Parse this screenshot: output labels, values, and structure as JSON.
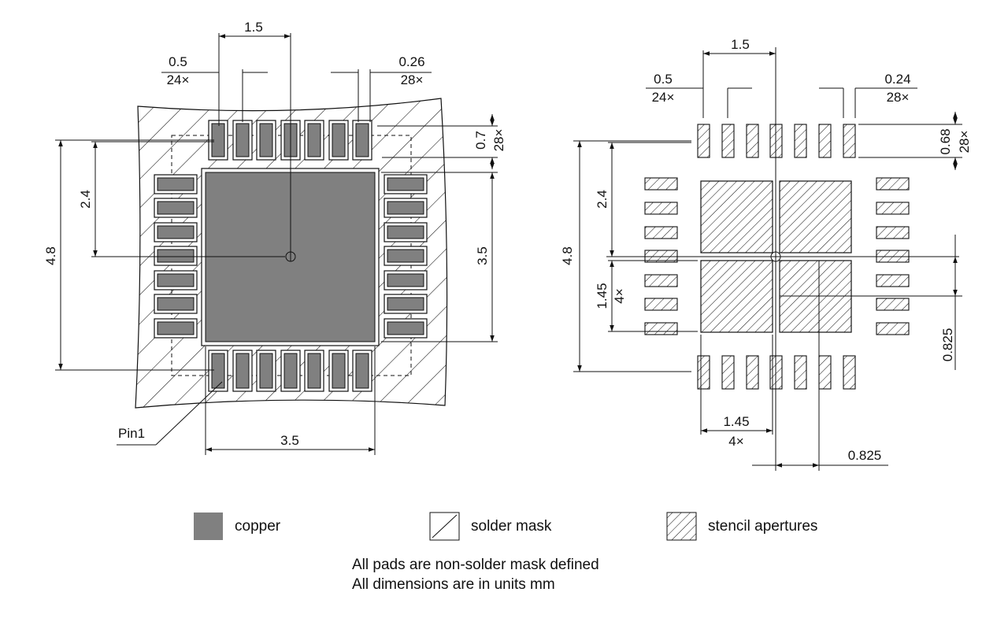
{
  "colors": {
    "copper": "#808080",
    "line": "#111111",
    "background": "#ffffff"
  },
  "left_view": {
    "dims": {
      "pitch_top": "1.5",
      "pad_pitch_val": "0.5",
      "pad_pitch_count": "24×",
      "pad_width_val": "0.26",
      "pad_width_count": "28×",
      "pad_len_val": "0.7",
      "pad_len_count": "28×",
      "half_height": "2.4",
      "total_height": "4.8",
      "ep_height": "3.5",
      "ep_width": "3.5"
    },
    "pin1_label": "Pin1"
  },
  "right_view": {
    "dims": {
      "pitch_top": "1.5",
      "pad_pitch_val": "0.5",
      "pad_pitch_count": "24×",
      "pad_width_val": "0.24",
      "pad_width_count": "28×",
      "pad_len_val": "0.68",
      "pad_len_count": "28×",
      "half_height": "2.4",
      "total_height": "4.8",
      "stencil_size_left_val": "1.45",
      "stencil_size_left_count": "4×",
      "stencil_offset_right": "0.825",
      "stencil_size_bottom_val": "1.45",
      "stencil_size_bottom_count": "4×",
      "stencil_offset_bottom": "0.825"
    }
  },
  "legend": [
    {
      "label": "copper",
      "icon": "copper-swatch"
    },
    {
      "label": "solder mask",
      "icon": "solder-mask-swatch"
    },
    {
      "label": "stencil apertures",
      "icon": "stencil-swatch"
    }
  ],
  "notes": [
    "All pads are non-solder mask defined",
    "All dimensions are in units mm"
  ]
}
